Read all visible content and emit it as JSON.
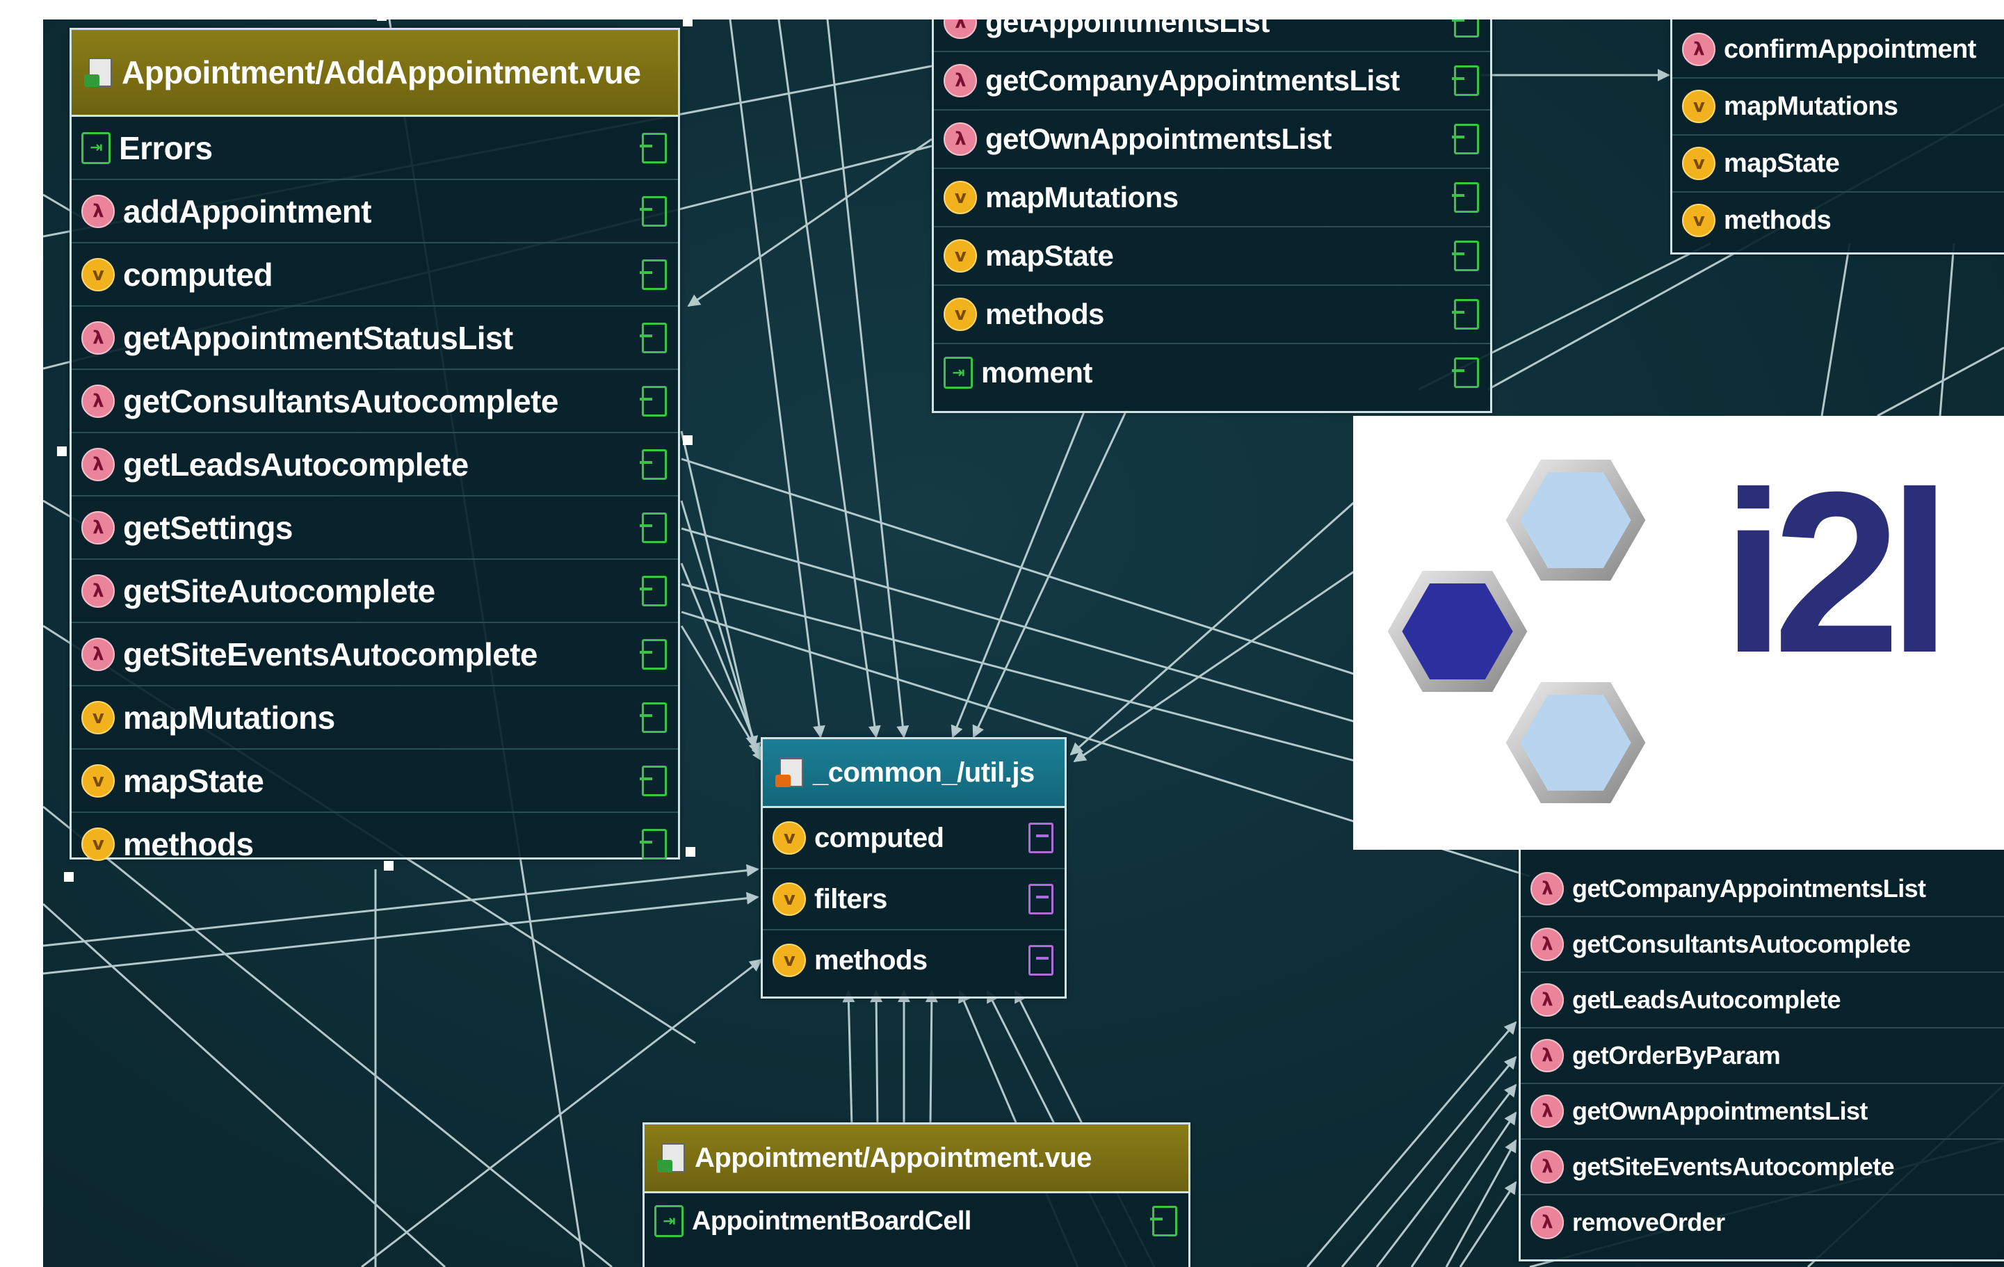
{
  "nodes": {
    "add_appointment": {
      "title": "Appointment/AddAppointment.vue",
      "rows": [
        {
          "label": "Errors",
          "kind": "import"
        },
        {
          "label": "addAppointment",
          "kind": "lambda"
        },
        {
          "label": "computed",
          "kind": "var"
        },
        {
          "label": "getAppointmentStatusList",
          "kind": "lambda"
        },
        {
          "label": "getConsultantsAutocomplete",
          "kind": "lambda"
        },
        {
          "label": "getLeadsAutocomplete",
          "kind": "lambda"
        },
        {
          "label": "getSettings",
          "kind": "lambda"
        },
        {
          "label": "getSiteAutocomplete",
          "kind": "lambda"
        },
        {
          "label": "getSiteEventsAutocomplete",
          "kind": "lambda"
        },
        {
          "label": "mapMutations",
          "kind": "var"
        },
        {
          "label": "mapState",
          "kind": "var"
        },
        {
          "label": "methods",
          "kind": "var"
        }
      ]
    },
    "top_center": {
      "rows": [
        {
          "label": "getAppointmentsList",
          "kind": "lambda"
        },
        {
          "label": "getCompanyAppointmentsList",
          "kind": "lambda"
        },
        {
          "label": "getOwnAppointmentsList",
          "kind": "lambda"
        },
        {
          "label": "mapMutations",
          "kind": "var"
        },
        {
          "label": "mapState",
          "kind": "var"
        },
        {
          "label": "methods",
          "kind": "var"
        },
        {
          "label": "moment",
          "kind": "import"
        }
      ]
    },
    "top_right": {
      "rows": [
        {
          "label": "confirmAppointment",
          "kind": "lambda"
        },
        {
          "label": "mapMutations",
          "kind": "var"
        },
        {
          "label": "mapState",
          "kind": "var"
        },
        {
          "label": "methods",
          "kind": "var"
        }
      ]
    },
    "util": {
      "title": "_common_/util.js",
      "rows": [
        {
          "label": "computed",
          "kind": "var"
        },
        {
          "label": "filters",
          "kind": "var"
        },
        {
          "label": "methods",
          "kind": "var"
        }
      ]
    },
    "bottom_right": {
      "rows": [
        {
          "label": "getCompanyAppointmentsList",
          "kind": "lambda"
        },
        {
          "label": "getConsultantsAutocomplete",
          "kind": "lambda"
        },
        {
          "label": "getLeadsAutocomplete",
          "kind": "lambda"
        },
        {
          "label": "getOrderByParam",
          "kind": "lambda"
        },
        {
          "label": "getOwnAppointmentsList",
          "kind": "lambda"
        },
        {
          "label": "getSiteEventsAutocomplete",
          "kind": "lambda"
        },
        {
          "label": "removeOrder",
          "kind": "lambda"
        }
      ]
    },
    "appointment": {
      "title": "Appointment/Appointment.vue",
      "rows": [
        {
          "label": "AppointmentBoardCell",
          "kind": "import"
        }
      ]
    }
  },
  "badge_glyphs": {
    "lambda": "λ",
    "var": "v",
    "import": "⇥"
  },
  "logo": {
    "text": "i2l"
  },
  "colors": {
    "background": "#0f2f38",
    "edge": "#cfe3e6",
    "header_vue": "#8a7d18",
    "header_js": "#1b7f95",
    "lambda_badge": "#e9849b",
    "var_badge": "#f2b21d",
    "port_green": "#3cc24a",
    "port_purple": "#b06bd8",
    "logo_hex_dark": "#2d2f9e",
    "logo_hex_light": "#b9d4ee",
    "logo_text": "#2b2f7a"
  }
}
